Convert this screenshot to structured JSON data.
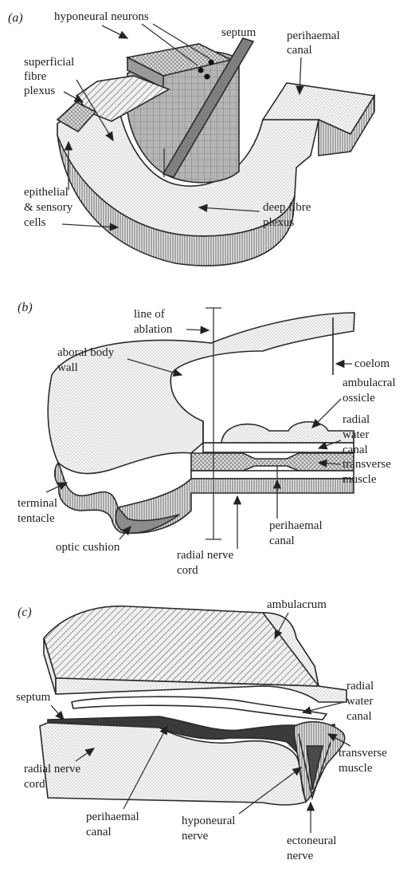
{
  "figure": {
    "panel_a": {
      "label": "(a)",
      "hyponeural_neurons": "hyponeural neurons",
      "septum": "septum",
      "perihaemal": "perihaemal",
      "canal": "canal",
      "superficial": "superficial",
      "fibre": "fibre",
      "plexus": "plexus",
      "epithelial": "epithelial",
      "sensory": "& sensory",
      "cells": "cells",
      "deep_fibre": "deep fibre",
      "deep_plexus": "plexus"
    },
    "panel_b": {
      "label": "(b)",
      "line_of": "line of",
      "ablation": "ablation",
      "aboral_body": "aboral body",
      "wall": "wall",
      "coelom": "coelom",
      "ambulacral": "ambulacral",
      "ossicle": "ossicle",
      "radial": "radial",
      "water": "water",
      "canal": "canal",
      "transverse": "transverse",
      "muscle": "muscle",
      "terminal": "terminal",
      "tentacle": "tentacle",
      "optic_cushion": "optic cushion",
      "radial_nerve": "radial nerve",
      "cord": "cord",
      "perihaemal": "perihaemal",
      "peri_canal": "canal"
    },
    "panel_c": {
      "label": "(c)",
      "ambulacrum": "ambulacrum",
      "septum": "septum",
      "radial": "radial",
      "water": "water",
      "canal": "canal",
      "transverse": "transverse",
      "muscle": "muscle",
      "radial_nerve": "radial nerve",
      "cord": "cord",
      "perihaemal": "perihaemal",
      "peri_canal": "canal",
      "hyponeural": "hyponeural",
      "hypo_nerve": "nerve",
      "ectoneural": "ectoneural",
      "ecto_nerve": "nerve"
    }
  }
}
